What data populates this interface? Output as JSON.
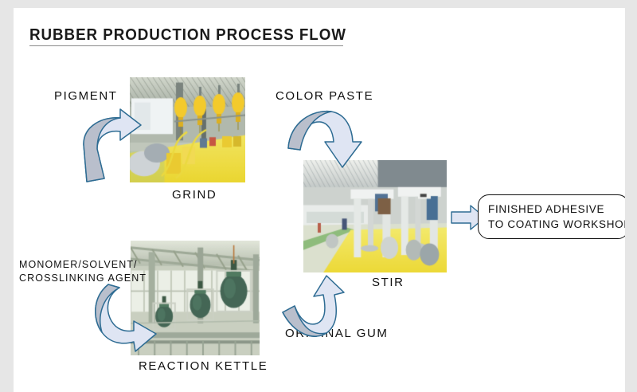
{
  "page": {
    "background_color": "#e6e6e6",
    "sheet_color": "#ffffff",
    "title": "RUBBER PRODUCTION PROCESS FLOW",
    "title_rule_color": "#8a8a8a"
  },
  "flow": {
    "inputs": [
      {
        "id": "pigment",
        "label": "PIGMENT"
      },
      {
        "id": "color-paste",
        "label": "COLOR PASTE"
      },
      {
        "id": "original-gum",
        "label": "ORIGINAL GUM"
      },
      {
        "id": "monomer",
        "label": "MONOMER/SOLVENT/",
        "label_line2": "CROSSLINKING AGENT"
      }
    ],
    "stages": [
      {
        "id": "grind",
        "label": "GRIND"
      },
      {
        "id": "stir",
        "label": "STIR"
      },
      {
        "id": "reaction-kettle",
        "label": "REACTION KETTLE"
      }
    ],
    "output": {
      "id": "finished-adhesive",
      "line1": "FINISHED ADHESIVE",
      "line2": "TO COATING WORKSHOP"
    },
    "arrow_colors": {
      "outline": "#2e6c93",
      "face_light": "#e3e8f4",
      "face_dark": "#b8bdc9"
    }
  },
  "photos": {
    "grind": {
      "alt": "grind-workshop-photo",
      "palette": [
        "#b9c1b4",
        "#e8e680",
        "#f2d21a",
        "#8f9a92",
        "#ffffff"
      ]
    },
    "stir": {
      "alt": "stir-mixer-photo",
      "palette": [
        "#cfd6d2",
        "#f0e34a",
        "#e8e8e4",
        "#6f7f86",
        "#ffffff"
      ]
    },
    "reaction_kettle": {
      "alt": "reaction-kettle-photo",
      "palette": [
        "#b7bfae",
        "#2f5542",
        "#d8dcd2",
        "#8d9a8c",
        "#ffffff"
      ]
    }
  }
}
